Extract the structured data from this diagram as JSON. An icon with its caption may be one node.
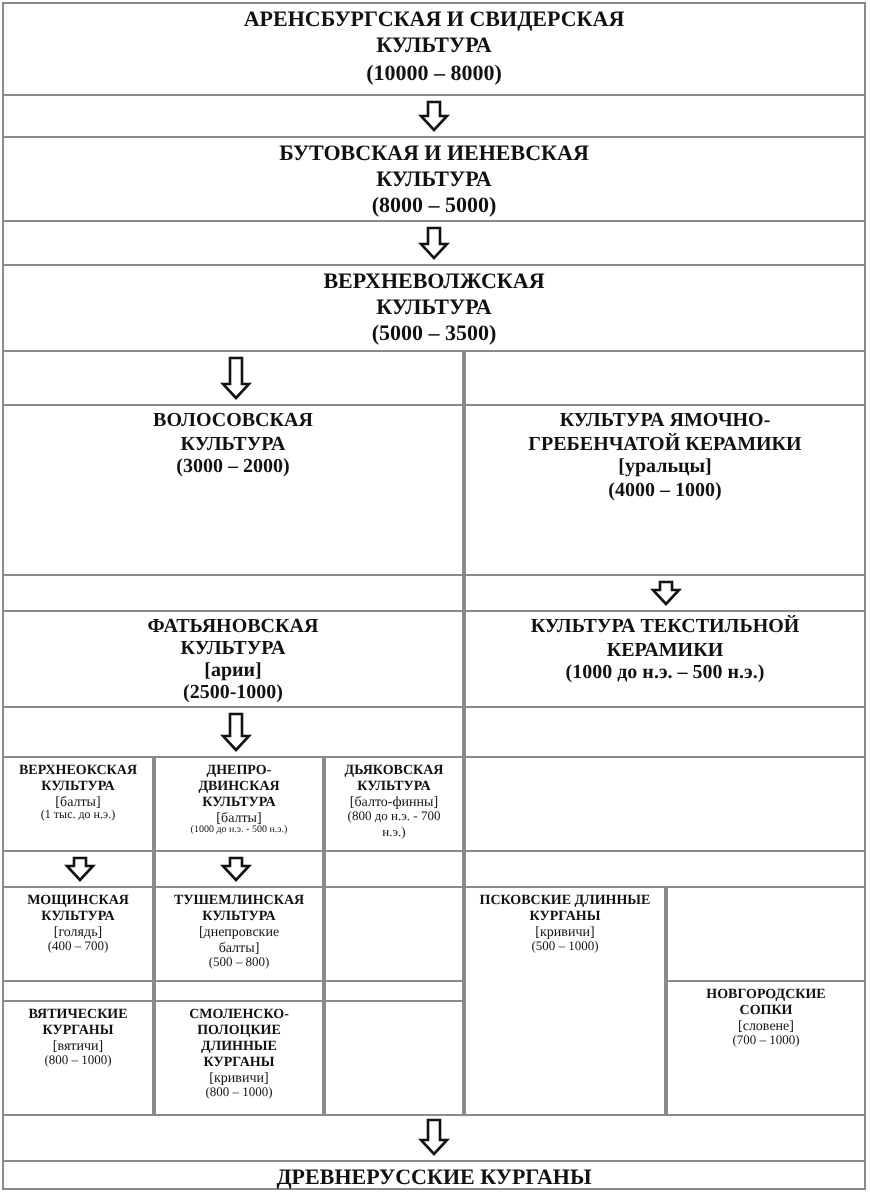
{
  "diagram": {
    "nodes": [
      {
        "text": [
          "АРЕНСБУРГСКАЯ И СВИДЕРСКАЯ КУЛЬТУРА",
          "(10000 – 8000)"
        ]
      },
      {
        "text": [
          "БУТОВСКАЯ И ИЕНЕВСКАЯ КУЛЬТУРА",
          "(8000 – 5000)"
        ]
      },
      {
        "text": [
          "ВЕРХНЕВОЛЖСКАЯ КУЛЬТУРА",
          "(5000 – 3500)"
        ]
      },
      {
        "text": [
          "ВОЛОСОВСКАЯ КУЛЬТУРА",
          "(3000 – 2000)"
        ]
      },
      {
        "text": [
          "КУЛЬТУРА ЯМОЧНО-ГРЕБЕНЧАТОЙ КЕРАМИКИ",
          "[уральцы]",
          "(4000 – 1000)"
        ]
      },
      {
        "text": [
          "ФАТЬЯНОВСКАЯ КУЛЬТУРА",
          "[арии]",
          "(2500-1000)"
        ]
      },
      {
        "text": [
          "КУЛЬТУРА ТЕКСТИЛЬНОЙ КЕРАМИКИ",
          "(1000 до н.э. – 500 н.э.)"
        ]
      },
      {
        "text": [
          "ВЕРХНЕОКСКАЯ КУЛЬТУРА",
          "[балты]",
          "(1 тыс. до н.э.)"
        ]
      },
      {
        "text": [
          "ДНЕПРО-ДВИНСКАЯ КУЛЬТУРА",
          "[балты]",
          "(1000 до н.э. - 500 н.э.)"
        ]
      },
      {
        "text": [
          "ДЬЯКОВСКАЯ КУЛЬТУРА",
          "[балто-финны]",
          "(800 до н.э. - 700 н.э.)"
        ]
      },
      {
        "text": [
          "МОЩИНСКАЯ КУЛЬТУРА",
          "[голядь]",
          "(400 – 700)"
        ]
      },
      {
        "text": [
          "ТУШЕМЛИНСКАЯ КУЛЬТУРА",
          "[днепровские балты]",
          "(500 – 800)"
        ]
      },
      {
        "text": [
          "ПСКОВСКИЕ ДЛИННЫЕ КУРГАНЫ",
          "[кривичи]",
          "(500 – 1000)"
        ]
      },
      {
        "text": [
          "НОВГОРОДСКИЕ СОПКИ",
          "[словене]",
          "(700 – 1000)"
        ]
      },
      {
        "text": [
          "ВЯТИЧЕСКИЕ КУРГАНЫ",
          "[вятичи]",
          "(800 – 1000)"
        ]
      },
      {
        "text": [
          "СМОЛЕНСКО-ПОЛОЦКИЕ ДЛИННЫЕ КУРГАНЫ",
          "[кривичи]",
          "(800 – 1000)"
        ]
      },
      {
        "text": [
          "ДРЕВНЕРУССКИЕ КУРГАНЫ"
        ]
      }
    ],
    "edges": [
      {
        "from": 0,
        "to": 1,
        "arrow": "to"
      },
      {
        "from": 1,
        "to": 2,
        "arrow": "to"
      },
      {
        "from": 2,
        "to": 3,
        "arrow": "to"
      },
      {
        "from": 4,
        "to": 6,
        "arrow": "to"
      },
      {
        "from": 5,
        "to": 8,
        "arrow": "to"
      },
      {
        "from": 7,
        "to": 10,
        "arrow": "to"
      },
      {
        "from": 8,
        "to": 11,
        "arrow": "to"
      },
      {
        "from": null,
        "to": 16,
        "arrow": "to"
      }
    ]
  }
}
